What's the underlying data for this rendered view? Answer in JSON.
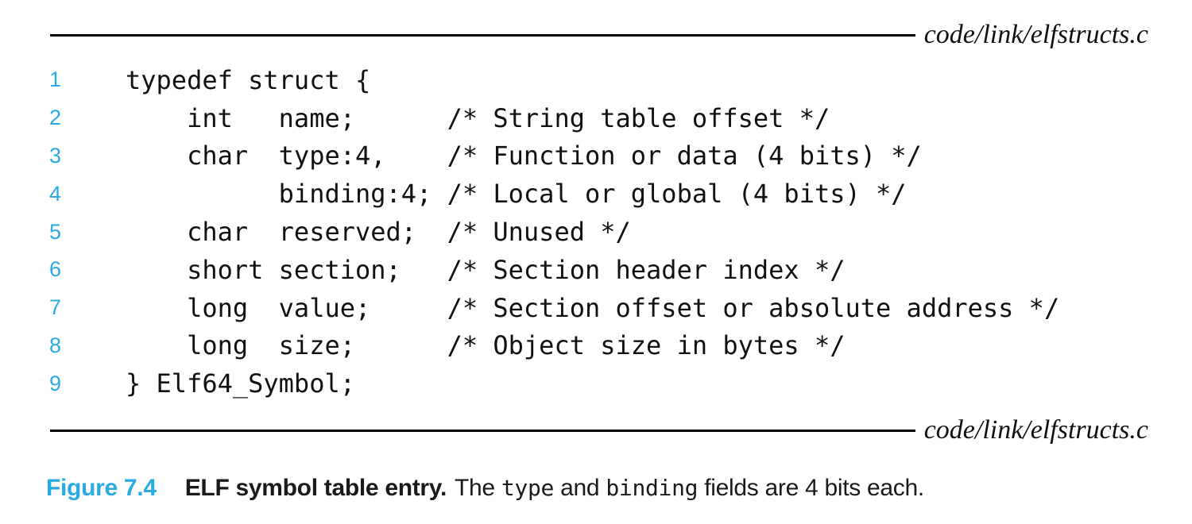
{
  "listing": {
    "source_top": "code/link/elfstructs.c",
    "source_bottom": "code/link/elfstructs.c",
    "lines": [
      {
        "num": "1",
        "text": "typedef struct {"
      },
      {
        "num": "2",
        "text": "    int   name;      /* String table offset */"
      },
      {
        "num": "3",
        "text": "    char  type:4,    /* Function or data (4 bits) */"
      },
      {
        "num": "4",
        "text": "          binding:4; /* Local or global (4 bits) */"
      },
      {
        "num": "5",
        "text": "    char  reserved;  /* Unused */"
      },
      {
        "num": "6",
        "text": "    short section;   /* Section header index */"
      },
      {
        "num": "7",
        "text": "    long  value;     /* Section offset or absolute address */"
      },
      {
        "num": "8",
        "text": "    long  size;      /* Object size in bytes */"
      },
      {
        "num": "9",
        "text": "} Elf64_Symbol;"
      }
    ]
  },
  "caption": {
    "figure_label": "Figure 7.4",
    "title": "ELF symbol table entry.",
    "body_parts": [
      {
        "text": "The ",
        "mono": false
      },
      {
        "text": "type",
        "mono": true
      },
      {
        "text": " and ",
        "mono": false
      },
      {
        "text": "binding",
        "mono": true
      },
      {
        "text": " fields are 4 bits each.",
        "mono": false
      }
    ]
  },
  "colors": {
    "accent_blue": "#29ABE2",
    "code_text": "#111111",
    "rule_black": "#000000",
    "background": "#FFFFFF"
  }
}
